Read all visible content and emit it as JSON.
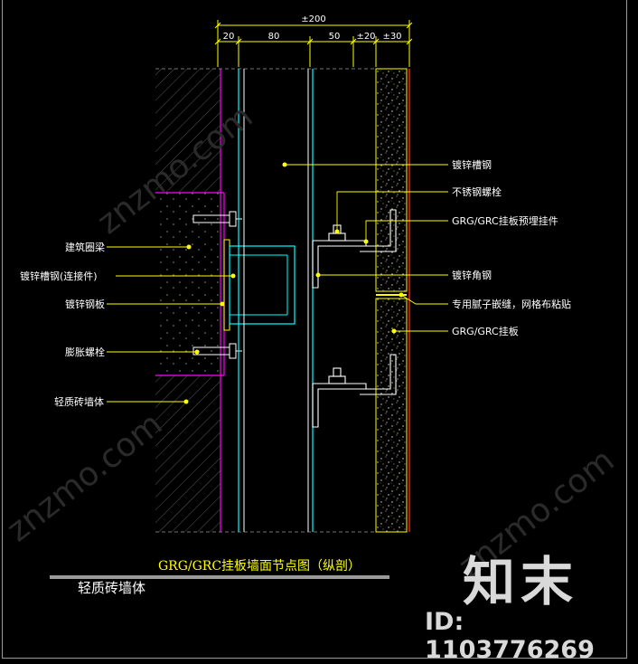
{
  "drawing": {
    "title": "GRG/GRC挂板墙面节点图（纵剖）",
    "subtitle": "轻质砖墙体"
  },
  "dimensions": {
    "overall": "±200",
    "segments": [
      "20",
      "80",
      "50",
      "±20",
      "±30"
    ]
  },
  "labels_left": [
    "建筑圈梁",
    "镀锌槽钢(连接件)",
    "镀锌钢板",
    "膨胀螺栓",
    "轻质砖墙体"
  ],
  "labels_right": [
    "镀锌槽钢",
    "不锈钢螺栓",
    "GRG/GRC挂板预埋挂件",
    "镀锌角钢",
    "专用腻子嵌缝，网格布粘贴",
    "GRG/GRC挂板"
  ],
  "watermark": {
    "logo": "知末",
    "id": "ID: 1103776269",
    "site": "znzmo.com"
  },
  "colors": {
    "background": "#000000",
    "dimension": "#ffff00",
    "leader": "#ffff00",
    "beam": "#ff00ff",
    "steel": "#00ffff",
    "panel_red": "#ff2020",
    "text": "#ffff00"
  }
}
